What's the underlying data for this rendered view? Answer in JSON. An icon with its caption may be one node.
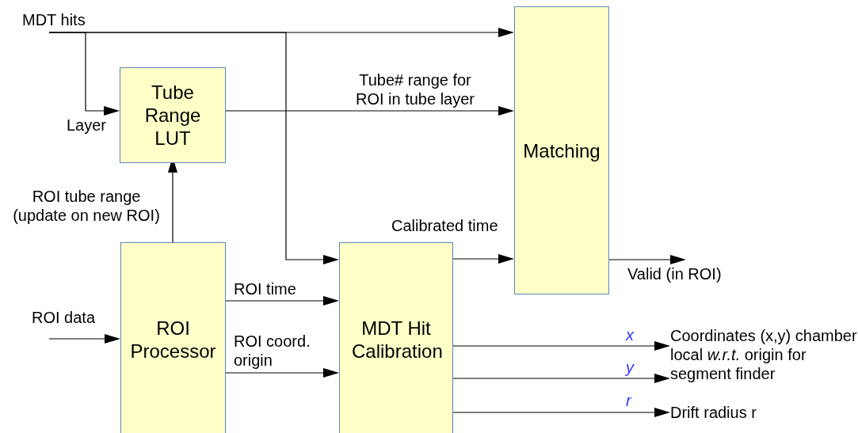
{
  "diagram": {
    "nodes": [
      {
        "text": [
          "Tube Range LUT"
        ]
      },
      {
        "text": [
          "Matching"
        ]
      },
      {
        "text": [
          "ROI Processor"
        ]
      },
      {
        "text": [
          "MDT Hit Calibration"
        ]
      },
      {
        "text": [
          "MDT hits"
        ]
      },
      {
        "text": [
          "Coordinates (x,y) chamber local *w.r.t.* origin for segment finder"
        ]
      },
      {
        "text": [
          "Drift radius r"
        ]
      }
    ],
    "edges": [
      {
        "from": 4,
        "to": 1,
        "arrow": "to"
      },
      {
        "from": 4,
        "to": 0,
        "arrow": "to",
        "label": "Layer"
      },
      {
        "from": 4,
        "to": 3,
        "arrow": "to"
      },
      {
        "from": 0,
        "to": 1,
        "arrow": "to",
        "label": "Tube# range for ROI in tube layer"
      },
      {
        "from": 2,
        "to": 0,
        "arrow": "to",
        "label": "ROI tube range (update on new ROI)"
      },
      {
        "from": 3,
        "to": 1,
        "arrow": "to",
        "label": "Calibrated time"
      },
      {
        "from": 1,
        "to": null,
        "arrow": "to",
        "label": "Valid (in ROI)"
      },
      {
        "from": null,
        "to": 2,
        "arrow": "to",
        "label": "ROI data"
      },
      {
        "from": 2,
        "to": 3,
        "arrow": "to",
        "label": "ROI time"
      },
      {
        "from": 2,
        "to": 3,
        "arrow": "to",
        "label": "ROI coord. origin"
      },
      {
        "from": 3,
        "to": 5,
        "arrow": "to",
        "label": "x"
      },
      {
        "from": 3,
        "to": 5,
        "arrow": "to",
        "label": "y"
      },
      {
        "from": 3,
        "to": 6,
        "arrow": "to",
        "label": "r"
      }
    ]
  }
}
